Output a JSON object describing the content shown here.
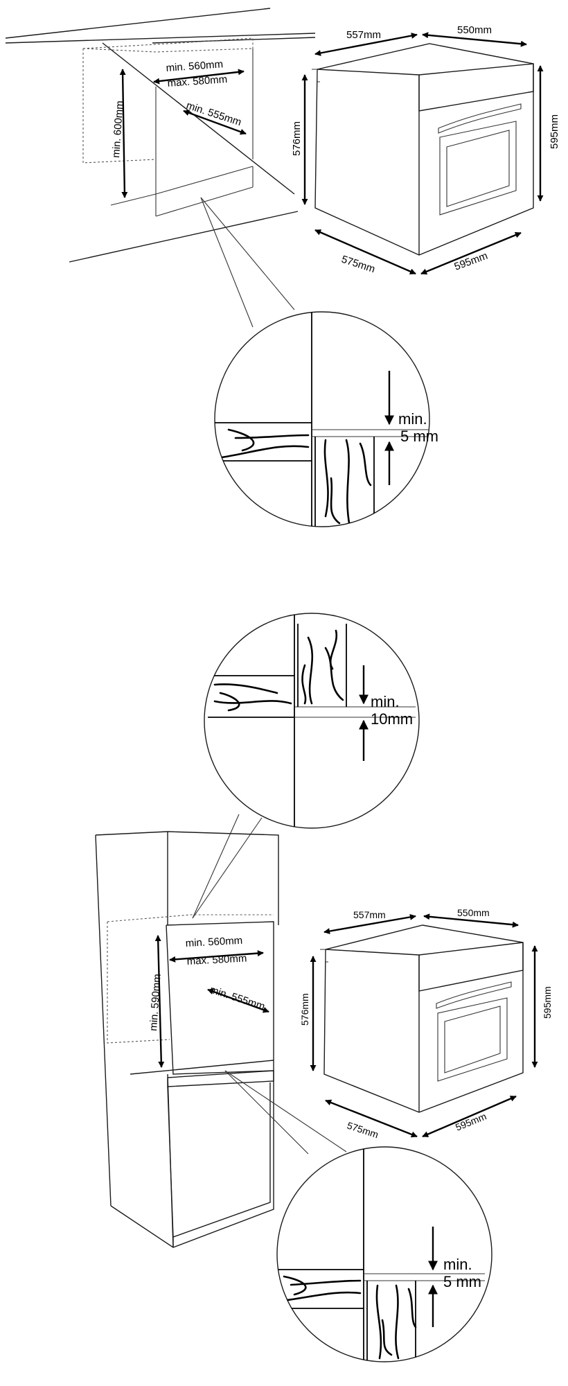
{
  "figure1": {
    "niche_height": "min. 600mm",
    "niche_width_min": "min. 560mm",
    "niche_width_max": "max. 580mm",
    "niche_depth": "min. 555mm",
    "oven_depth_top": "557mm",
    "oven_width_top": "550mm",
    "oven_height_side": "576mm",
    "oven_height_front": "595mm",
    "oven_depth_bottom": "575mm",
    "oven_width_bottom": "595mm",
    "detail_gap_line1": "min.",
    "detail_gap_line2": "5 mm"
  },
  "figure2": {
    "upper_gap_line1": "min.",
    "upper_gap_line2": "10mm",
    "niche_height": "min. 590mm",
    "niche_width_min": "min. 560mm",
    "niche_width_max": "max. 580mm",
    "niche_depth": "min. 555mm",
    "oven_depth_top": "557mm",
    "oven_width_top": "550mm",
    "oven_height_side": "576mm",
    "oven_height_front": "595mm",
    "oven_depth_bottom": "575mm",
    "oven_width_bottom": "595mm",
    "detail_gap_line1": "min.",
    "detail_gap_line2": "5 mm"
  }
}
